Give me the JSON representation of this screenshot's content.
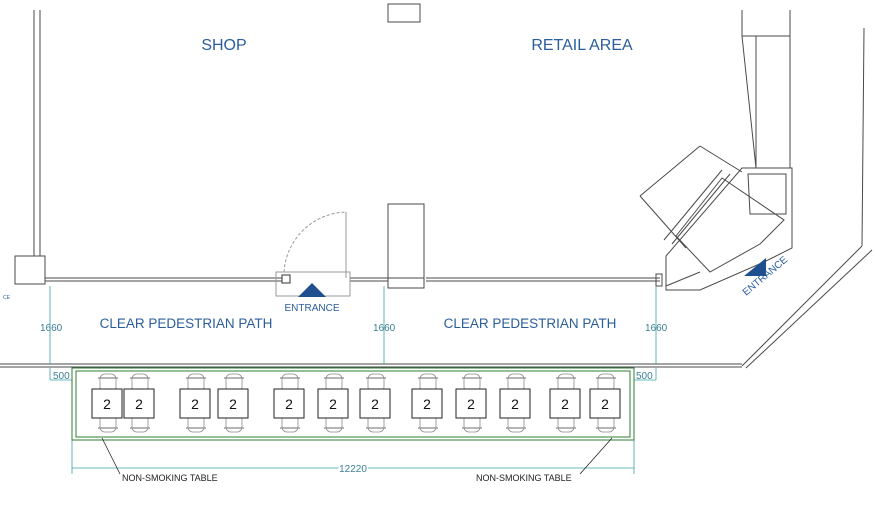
{
  "labels": {
    "shop": "SHOP",
    "retail_area": "RETAIL AREA",
    "path_left": "CLEAR PEDESTRIAN PATH",
    "path_right": "CLEAR PEDESTRIAN PATH",
    "entrance_main": "ENTRANCE",
    "entrance_corner": "ENTRANCE",
    "edge_fragment": "CE"
  },
  "dimensions": {
    "path_width_left": "1660",
    "path_width_mid": "1660",
    "path_width_right": "1660",
    "offset_left": "500",
    "offset_right": "500",
    "total_length": "12220"
  },
  "notes": {
    "left": "NON-SMOKING TABLE",
    "right": "NON-SMOKING TABLE"
  },
  "tables": [
    {
      "seats": "2"
    },
    {
      "seats": "2"
    },
    {
      "seats": "2"
    },
    {
      "seats": "2"
    },
    {
      "seats": "2"
    },
    {
      "seats": "2"
    },
    {
      "seats": "2"
    },
    {
      "seats": "2"
    },
    {
      "seats": "2"
    },
    {
      "seats": "2"
    },
    {
      "seats": "2"
    },
    {
      "seats": "2"
    }
  ],
  "colors": {
    "text_blue": "#2a5d9c",
    "dimension_teal": "#3a7f95",
    "area_green": "#2e7d32",
    "line_gray": "#7a7a7a"
  }
}
